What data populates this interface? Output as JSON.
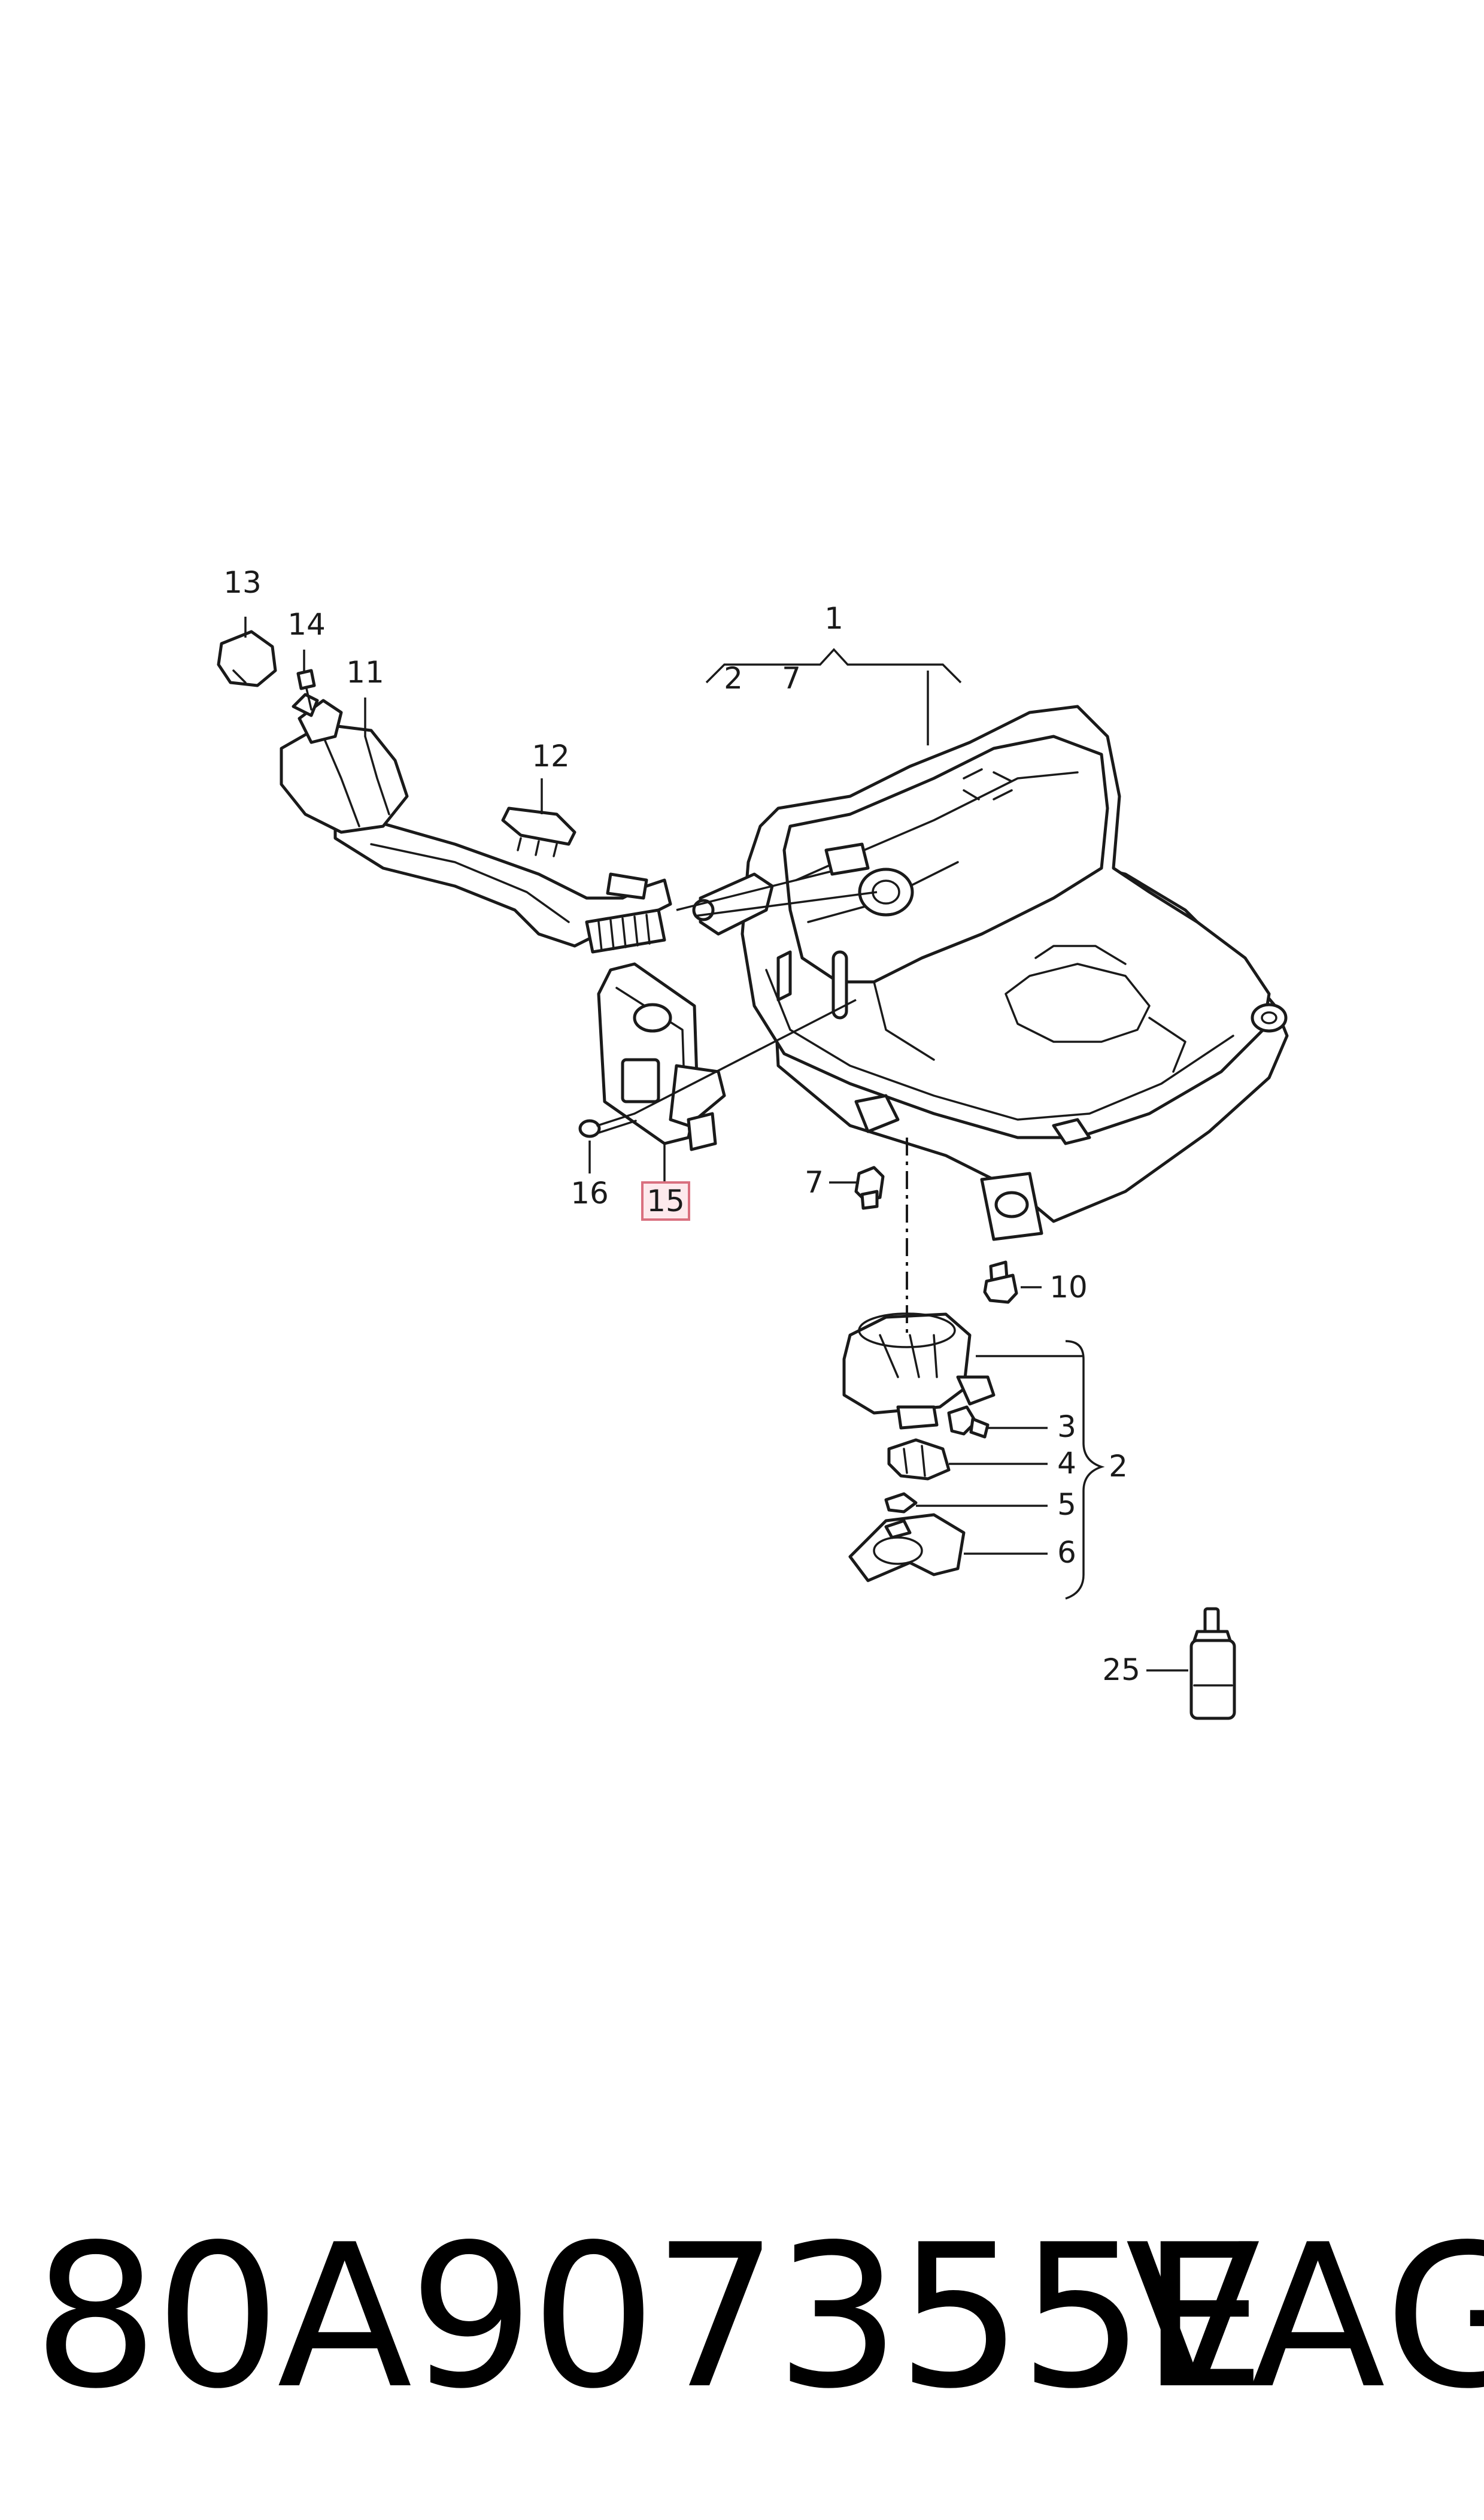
{
  "diagram": {
    "callouts": {
      "c1": "1",
      "c2_group": "2",
      "c7_group": "7",
      "c2": "2",
      "c3": "3",
      "c4": "4",
      "c5": "5",
      "c6": "6",
      "c7": "7",
      "c10": "10",
      "c11": "11",
      "c12": "12",
      "c13": "13",
      "c14": "14",
      "c15": "15",
      "c16": "16",
      "c25": "25"
    },
    "highlighted_callout": "15",
    "highlight_color": "#d9707f"
  },
  "footer": {
    "part_number": "80A907355E",
    "brand": "VAG"
  }
}
